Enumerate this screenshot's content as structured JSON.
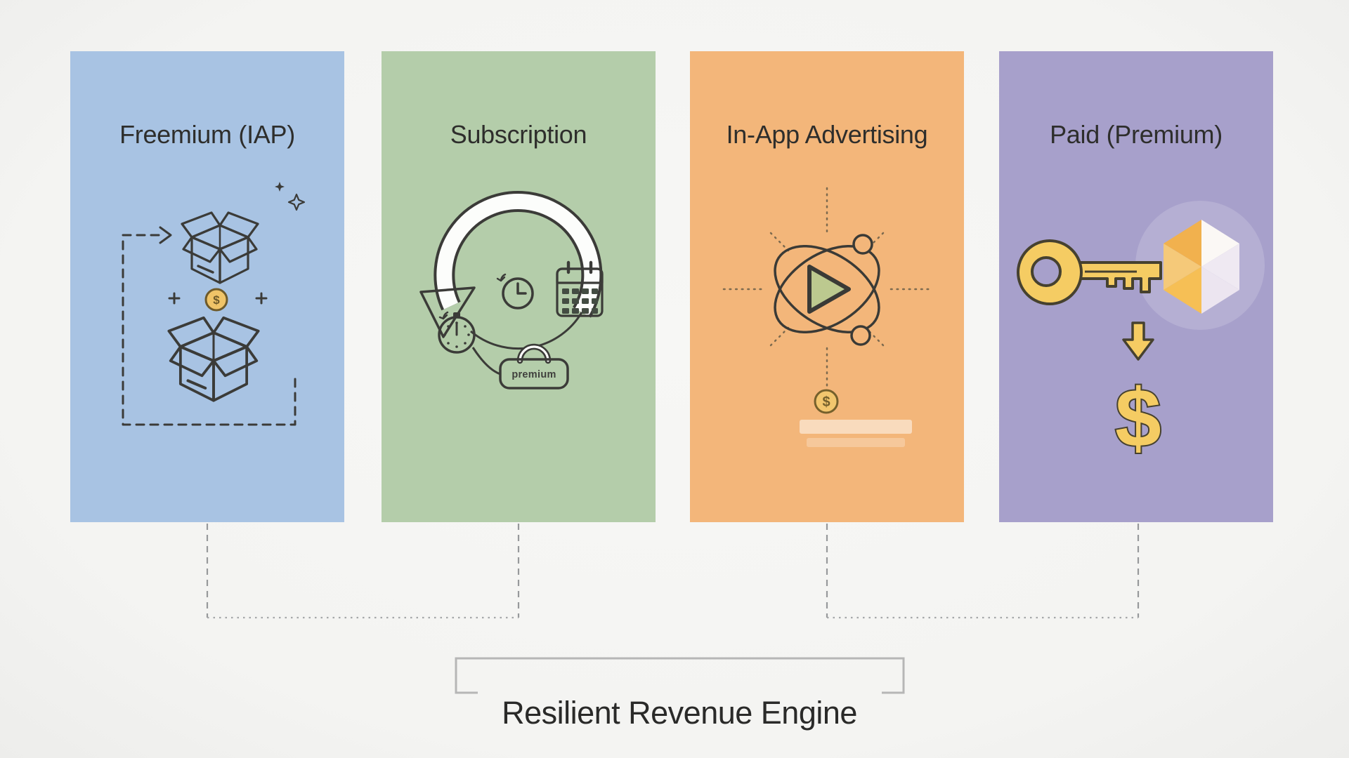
{
  "page": {
    "background": "#f5f5f3"
  },
  "cards": [
    {
      "title": "Freemium (IAP)",
      "bg": "#a8c3e3",
      "icon": "open-boxes-upgrade-loop"
    },
    {
      "title": "Subscription",
      "bg": "#b4cdaa",
      "icon": "renewal-cycle-calendar-clock-premium-tag"
    },
    {
      "title": "In-App Advertising",
      "bg": "#f3b67a",
      "icon": "ad-play-orbit-to-dollar"
    },
    {
      "title": "Paid (Premium)",
      "bg": "#a7a0cb",
      "icon": "key-cube-arrow-dollar"
    }
  ],
  "freemium_icon": {
    "coin_symbol": "$"
  },
  "subscription_icon": {
    "tag_label": "premium"
  },
  "advertising_icon": {
    "coin_symbol": "$"
  },
  "paid_icon": {
    "dollar_symbol": "$"
  },
  "footer": {
    "label": "Resilient Revenue Engine"
  },
  "colors": {
    "card_blue": "#a8c3e3",
    "card_green": "#b4cdaa",
    "card_orange": "#f3b67a",
    "card_purple": "#a7a0cb",
    "gold": "#f5cc63",
    "title_text": "#2e2e2c",
    "connector_gray": "#97999b",
    "bracket_gray": "#b6b6b6"
  }
}
